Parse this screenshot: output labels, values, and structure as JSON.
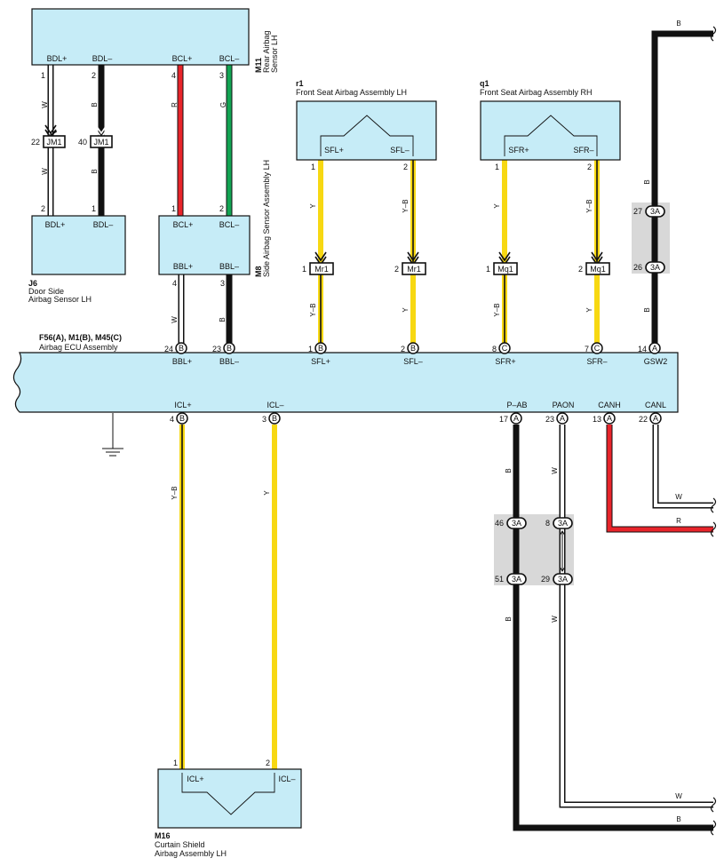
{
  "components": {
    "rear_sensor": {
      "id": "M11",
      "name1": "Rear Airbag",
      "name2": "Sensor LH",
      "pins": [
        "BDL+",
        "BDL–",
        "BCL+",
        "BCL–"
      ]
    },
    "door_sensor": {
      "id": "J6",
      "name1": "Door Side",
      "name2": "Airbag Sensor LH",
      "pins": [
        "BDL+",
        "BDL–"
      ]
    },
    "side_sensor": {
      "id": "M8",
      "name": "Side Airbag Sensor Assembly LH",
      "pins_top": [
        "BCL+",
        "BCL–"
      ],
      "pins_bottom": [
        "BBL+",
        "BBL–"
      ]
    },
    "front_lh": {
      "id": "r1",
      "name": "Front Seat Airbag Assembly LH",
      "pins": [
        "SFL+",
        "SFL–"
      ]
    },
    "front_rh": {
      "id": "q1",
      "name": "Front Seat Airbag Assembly RH",
      "pins": [
        "SFR+",
        "SFR–"
      ]
    },
    "ecu": {
      "id": "F56(A), M1(B), M45(C)",
      "name": "Airbag ECU Assembly",
      "top_pins": [
        "BBL+",
        "BBL–",
        "SFL+",
        "SFL–",
        "SFR+",
        "SFR–",
        "GSW2"
      ],
      "bottom_pins": [
        "ICL+",
        "ICL–",
        "P–AB",
        "PAON",
        "CANH",
        "CANL"
      ]
    },
    "curtain": {
      "id": "M16",
      "name1": "Curtain Shield",
      "name2": "Airbag Assembly LH",
      "pins": [
        "ICL+",
        "ICL–"
      ]
    }
  },
  "connectors": {
    "jm": "JM1",
    "mr": "Mr1",
    "mq": "Mq1",
    "j3a": "3A"
  },
  "pin_numbers": {
    "m11": [
      "1",
      "2",
      "4",
      "3"
    ],
    "jm1": [
      "22",
      "40"
    ],
    "j6": [
      "2",
      "1"
    ],
    "m8_top": [
      "1",
      "2"
    ],
    "m8_bottom": [
      "4",
      "3"
    ],
    "r1": [
      "1",
      "2"
    ],
    "q1": [
      "1",
      "2"
    ],
    "mr1": [
      "1",
      "2"
    ],
    "mq1": [
      "1",
      "2"
    ],
    "ecu_top": [
      "24",
      "23",
      "1",
      "2",
      "8",
      "7",
      "14"
    ],
    "ecu_top_letters": [
      "B",
      "B",
      "B",
      "B",
      "C",
      "C",
      "A"
    ],
    "ecu_bottom": [
      "4",
      "3",
      "17",
      "23",
      "13",
      "22"
    ],
    "ecu_bottom_letters": [
      "B",
      "B",
      "A",
      "A",
      "A",
      "A"
    ],
    "j3a_top": [
      "27",
      "26"
    ],
    "j3a_bottom": [
      "46",
      "51",
      "8",
      "29"
    ],
    "m16": [
      "1",
      "2"
    ]
  },
  "wire_colors": {
    "w1": "W",
    "w2": "B",
    "w3": "R",
    "w4": "G",
    "w5": "W",
    "w6": "B",
    "w7": "W",
    "w8": "B",
    "w9": "Y",
    "w10": "Y–B",
    "w11": "Y",
    "w12": "Y–B",
    "w13": "Y–B",
    "w14": "Y",
    "w15": "Y–B",
    "w16": "Y",
    "w17": "B",
    "w18": "B",
    "w19": "B",
    "w20": "Y–B",
    "w21": "Y",
    "w22": "B",
    "w23": "W",
    "w24": "B",
    "w25": "W",
    "w26": "W",
    "w27": "R",
    "w28": "W",
    "w29": "B"
  },
  "colors": {
    "box_fill": "#c6ecf7",
    "wire_red": "#e8242a",
    "wire_green": "#12a452",
    "wire_yellow": "#f7d812",
    "wire_black": "#111111",
    "splice_gray": "#d8d8d8"
  }
}
